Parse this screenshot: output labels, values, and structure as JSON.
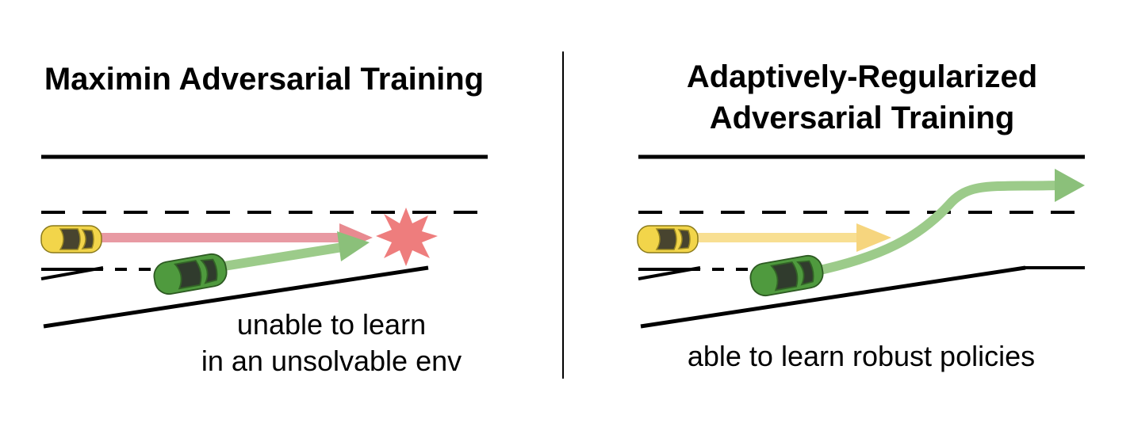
{
  "left_panel": {
    "title": "Maximin Adversarial Training",
    "caption_line1": "unable to learn",
    "caption_line2": "in an unsolvable env"
  },
  "right_panel": {
    "title_line1": "Adaptively-Regularized",
    "title_line2": "Adversarial Training",
    "caption": "able to learn robust policies"
  },
  "colors": {
    "ego_car": "#f2d54a",
    "adversary_car": "#4f9a3e",
    "ego_path_left": "#e89aa3",
    "ego_path_right": "#f8df92",
    "adversary_path": "#9ccb8a",
    "crash": "#ec6f6f"
  },
  "icons": [
    "yellow-car-icon",
    "green-car-icon",
    "crash-burst-icon"
  ]
}
